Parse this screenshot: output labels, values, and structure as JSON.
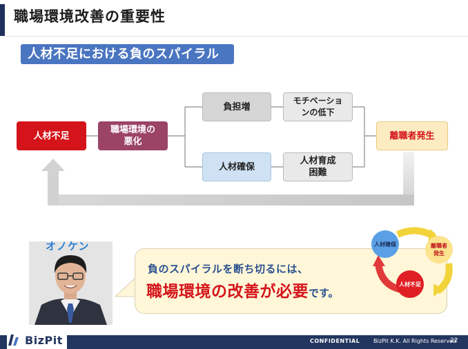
{
  "title": "職場環境改善の重要性",
  "section_label": "人材不足における負のスパイラル",
  "flow": {
    "jinzai_fusoku": "人材不足",
    "akka_line1": "職場環境の",
    "akka_line2": "悪化",
    "futan": "負担増",
    "kakuho": "人材確保",
    "moti_line1": "モチベーショ",
    "moti_line2": "ンの低下",
    "ikusei_line1": "人材育成",
    "ikusei_line2": "困難",
    "rishoku": "離職者発生"
  },
  "speaker": {
    "name": "オノケン"
  },
  "bubble": {
    "line1": "負のスパイラルを断ち切るには、",
    "emphasis": "職場環境の改善が必要",
    "tail": "です。"
  },
  "cycle": {
    "kakuho": "人材確保",
    "rishoku_line1": "離職者",
    "rishoku_line2": "発生",
    "fusoku": "人材不足"
  },
  "footer": {
    "logo": "BizPit",
    "confidential": "CONFIDENTIAL",
    "copyright": "BizPit K.K. All Rights Reserved",
    "page": "22"
  },
  "colors": {
    "navy": "#23365f",
    "red": "#d4141a",
    "plum": "#9b4466",
    "blue": "#4a75c1"
  }
}
